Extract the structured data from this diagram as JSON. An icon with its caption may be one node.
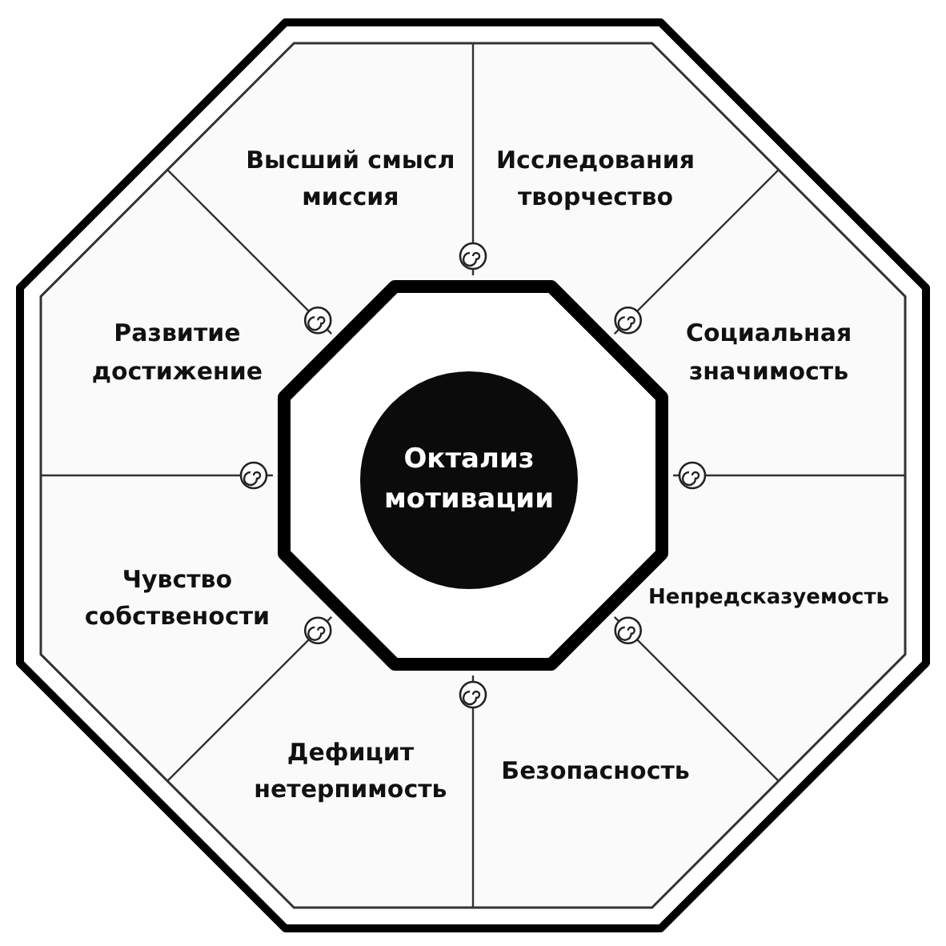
{
  "diagram": {
    "nodes": [
      {
        "text": [
          "Высший смысл миссия"
        ]
      },
      {
        "text": [
          "Исследования творчество"
        ]
      },
      {
        "text": [
          "Социальная значимость"
        ]
      },
      {
        "text": [
          "Непредсказуемость"
        ]
      },
      {
        "text": [
          "Безопасность"
        ]
      },
      {
        "text": [
          "Дефицит нетерпимость"
        ]
      },
      {
        "text": [
          "Чувство собствености"
        ]
      },
      {
        "text": [
          "Развитие достижение"
        ]
      },
      {
        "text": [
          "Октализ мотивации"
        ]
      }
    ]
  }
}
